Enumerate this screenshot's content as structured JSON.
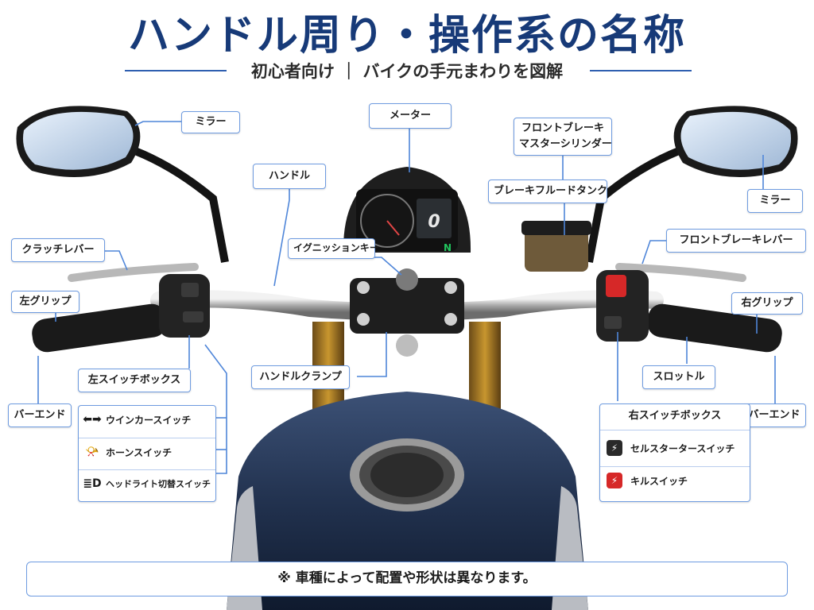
{
  "header": {
    "title": "ハンドル周り・操作系の名称",
    "subtitle": "初心者向け ｜ バイクの手元まわりを図解"
  },
  "labels": {
    "mirror_left": "ミラー",
    "meter": "メーター",
    "brake_master_line1": "フロントブレーキ",
    "brake_master_line2": "マスターシリンダー",
    "handle": "ハンドル",
    "brake_fluid_tank": "ブレーキフルードタンク",
    "mirror_right": "ミラー",
    "clutch_lever": "クラッチレバー",
    "ignition_key": "イグニッションキー",
    "front_brake_lever": "フロントブレーキレバー",
    "left_grip": "左グリップ",
    "right_grip": "右グリップ",
    "left_switch_box": "左スイッチボックス",
    "handle_clamp": "ハンドルクランプ",
    "throttle": "スロットル",
    "bar_end_left": "バーエンド",
    "bar_end_right": "バーエンド",
    "right_switch_box": "右スイッチボックス"
  },
  "left_switches": [
    {
      "icon": "turn-signal-icon",
      "glyph": "⬅➡",
      "label": "ウインカースイッチ"
    },
    {
      "icon": "horn-icon",
      "glyph": "📯",
      "label": "ホーンスイッチ"
    },
    {
      "icon": "headlight-icon",
      "glyph": "≣D",
      "label": "ヘッドライト切替スイッチ"
    }
  ],
  "right_switches": [
    {
      "icon": "starter-icon",
      "glyph": "⚡",
      "color": "#2a2a2a",
      "label": "セルスタータースイッチ"
    },
    {
      "icon": "kill-switch-icon",
      "glyph": "⚡",
      "color": "#d62828",
      "label": "キルスイッチ"
    }
  ],
  "meter_display": {
    "speed": "0",
    "gear": "N"
  },
  "note": "※ 車種によって配置や形状は異なります。",
  "colors": {
    "accent": "#173a78",
    "frame": "#6e9be0",
    "tank": "#1f2f4d"
  }
}
